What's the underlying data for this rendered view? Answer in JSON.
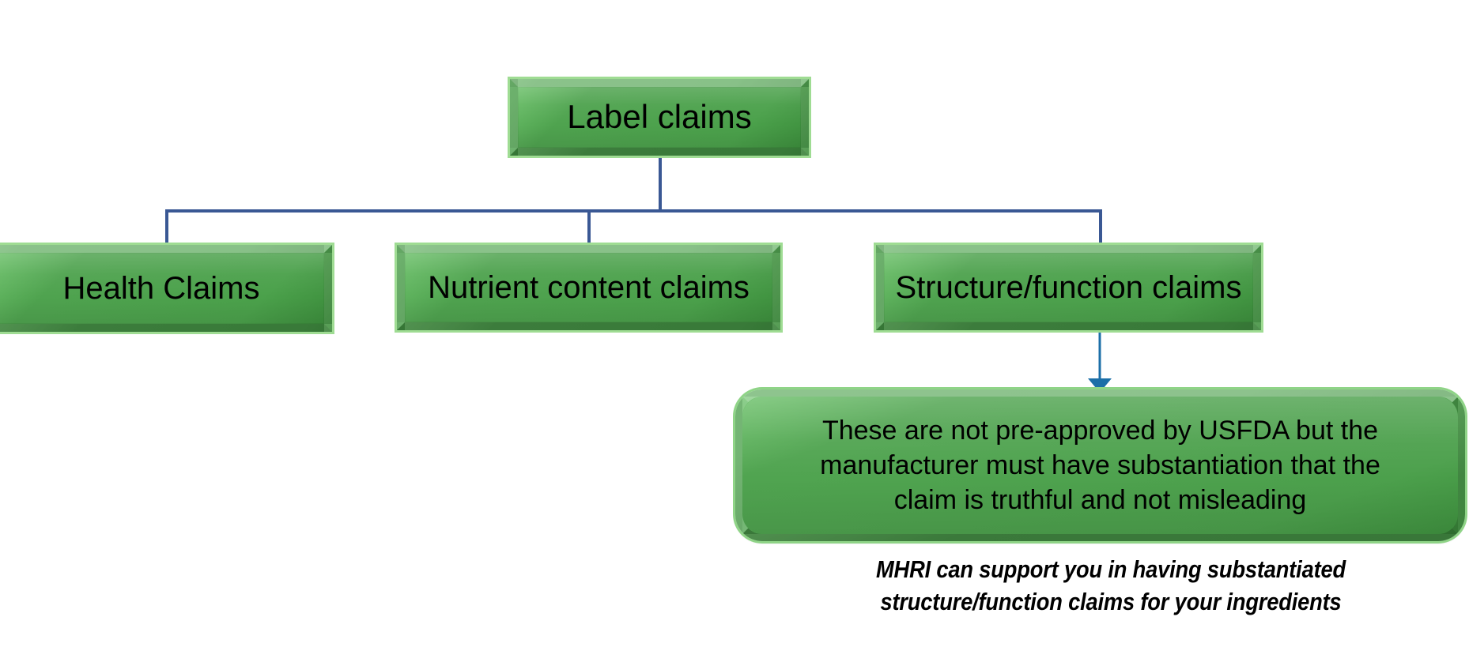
{
  "diagram": {
    "title": "Label claims",
    "type": "hierarchy-flowchart",
    "root": {
      "id": "label-claims",
      "label": "Label claims"
    },
    "children": [
      {
        "id": "health-claims",
        "label": "Health Claims"
      },
      {
        "id": "nutrient-content-claims",
        "label": "Nutrient content claims"
      },
      {
        "id": "structure-function-claims",
        "label": "Structure/function claims"
      }
    ],
    "callout": {
      "id": "structure-function-note",
      "lines": [
        "These are not pre-approved by USFDA but the",
        "manufacturer must have substantiation that the",
        "claim is truthful and not misleading"
      ],
      "attached_to": "structure-function-claims"
    },
    "footnote": {
      "lines": [
        "MHRI can support you in having substantiated",
        "structure/function claims for your ingredients"
      ]
    },
    "colors": {
      "node_fill": "#4FA34F",
      "node_highlight": "#6CC06A",
      "node_shadow": "#3D8F3D",
      "node_halo": "#9FDC93",
      "connector": "#3A5894",
      "arrow": "#1C6FA8",
      "text": "#000000",
      "background": "#FFFFFF"
    }
  }
}
